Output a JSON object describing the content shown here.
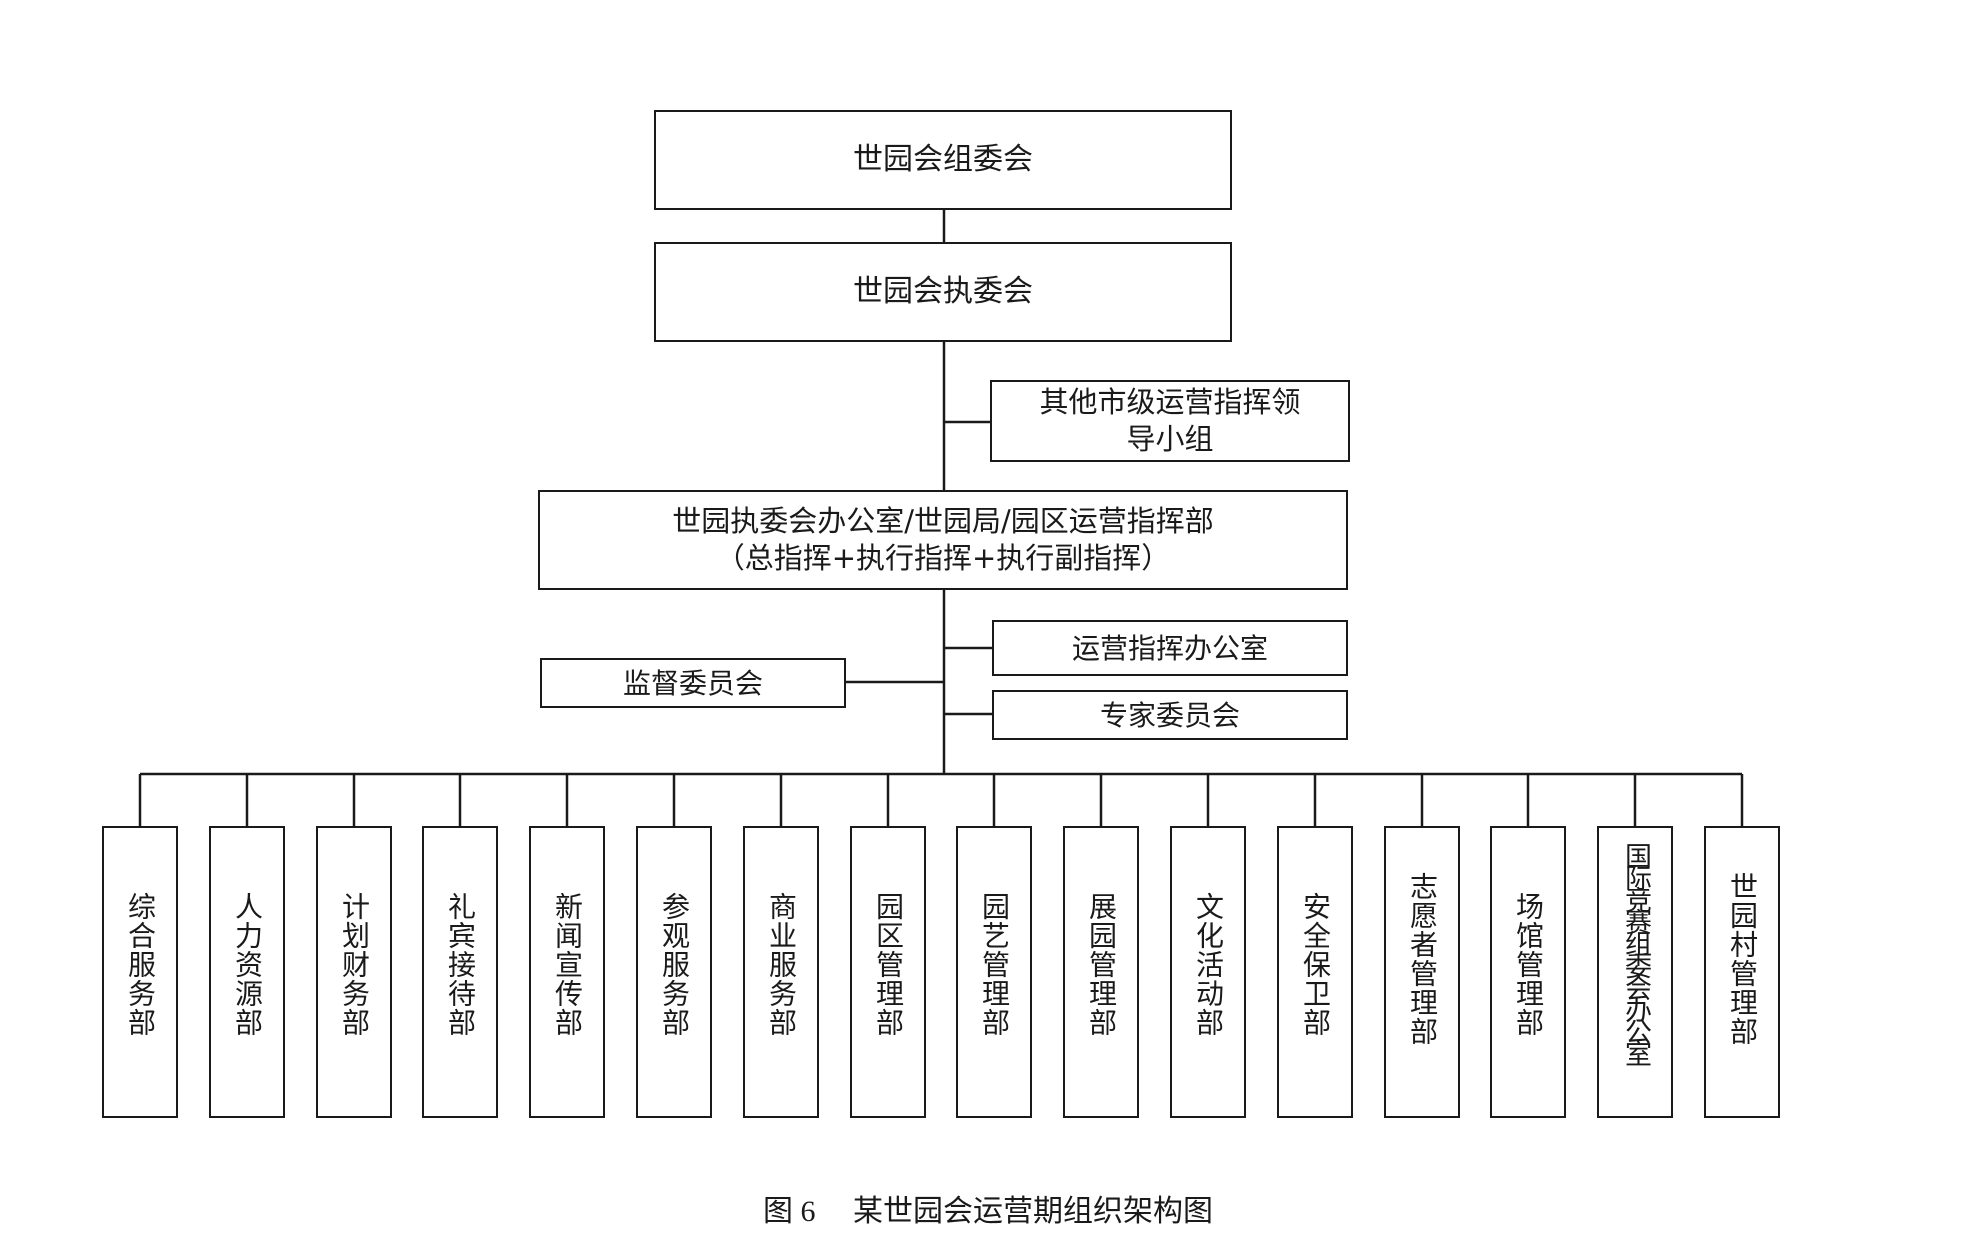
{
  "chart": {
    "committee": "世园会组委会",
    "executive": "世园会执委会",
    "city_group": [
      "其他市级运营指挥领",
      "导小组"
    ],
    "hq": [
      "世园执委会办公室/世园局/园区运营指挥部",
      "（总指挥+执行指挥+执行副指挥）"
    ],
    "command_office": "运营指挥办公室",
    "supervision": "监督委员会",
    "experts": "专家委员会",
    "departments": [
      "综合服务部",
      "人力资源部",
      "计划财务部",
      "礼宾接待部",
      "新闻宣传部",
      "参观服务部",
      "商业服务部",
      "园区管理部",
      "园艺管理部",
      "展园管理部",
      "文化活动部",
      "安全保卫部",
      "志愿者管理部",
      "场馆管理部",
      "国际竞赛组委会办公室",
      "世园村管理部"
    ]
  },
  "caption": "图 6　 某世园会运营期组织架构图"
}
